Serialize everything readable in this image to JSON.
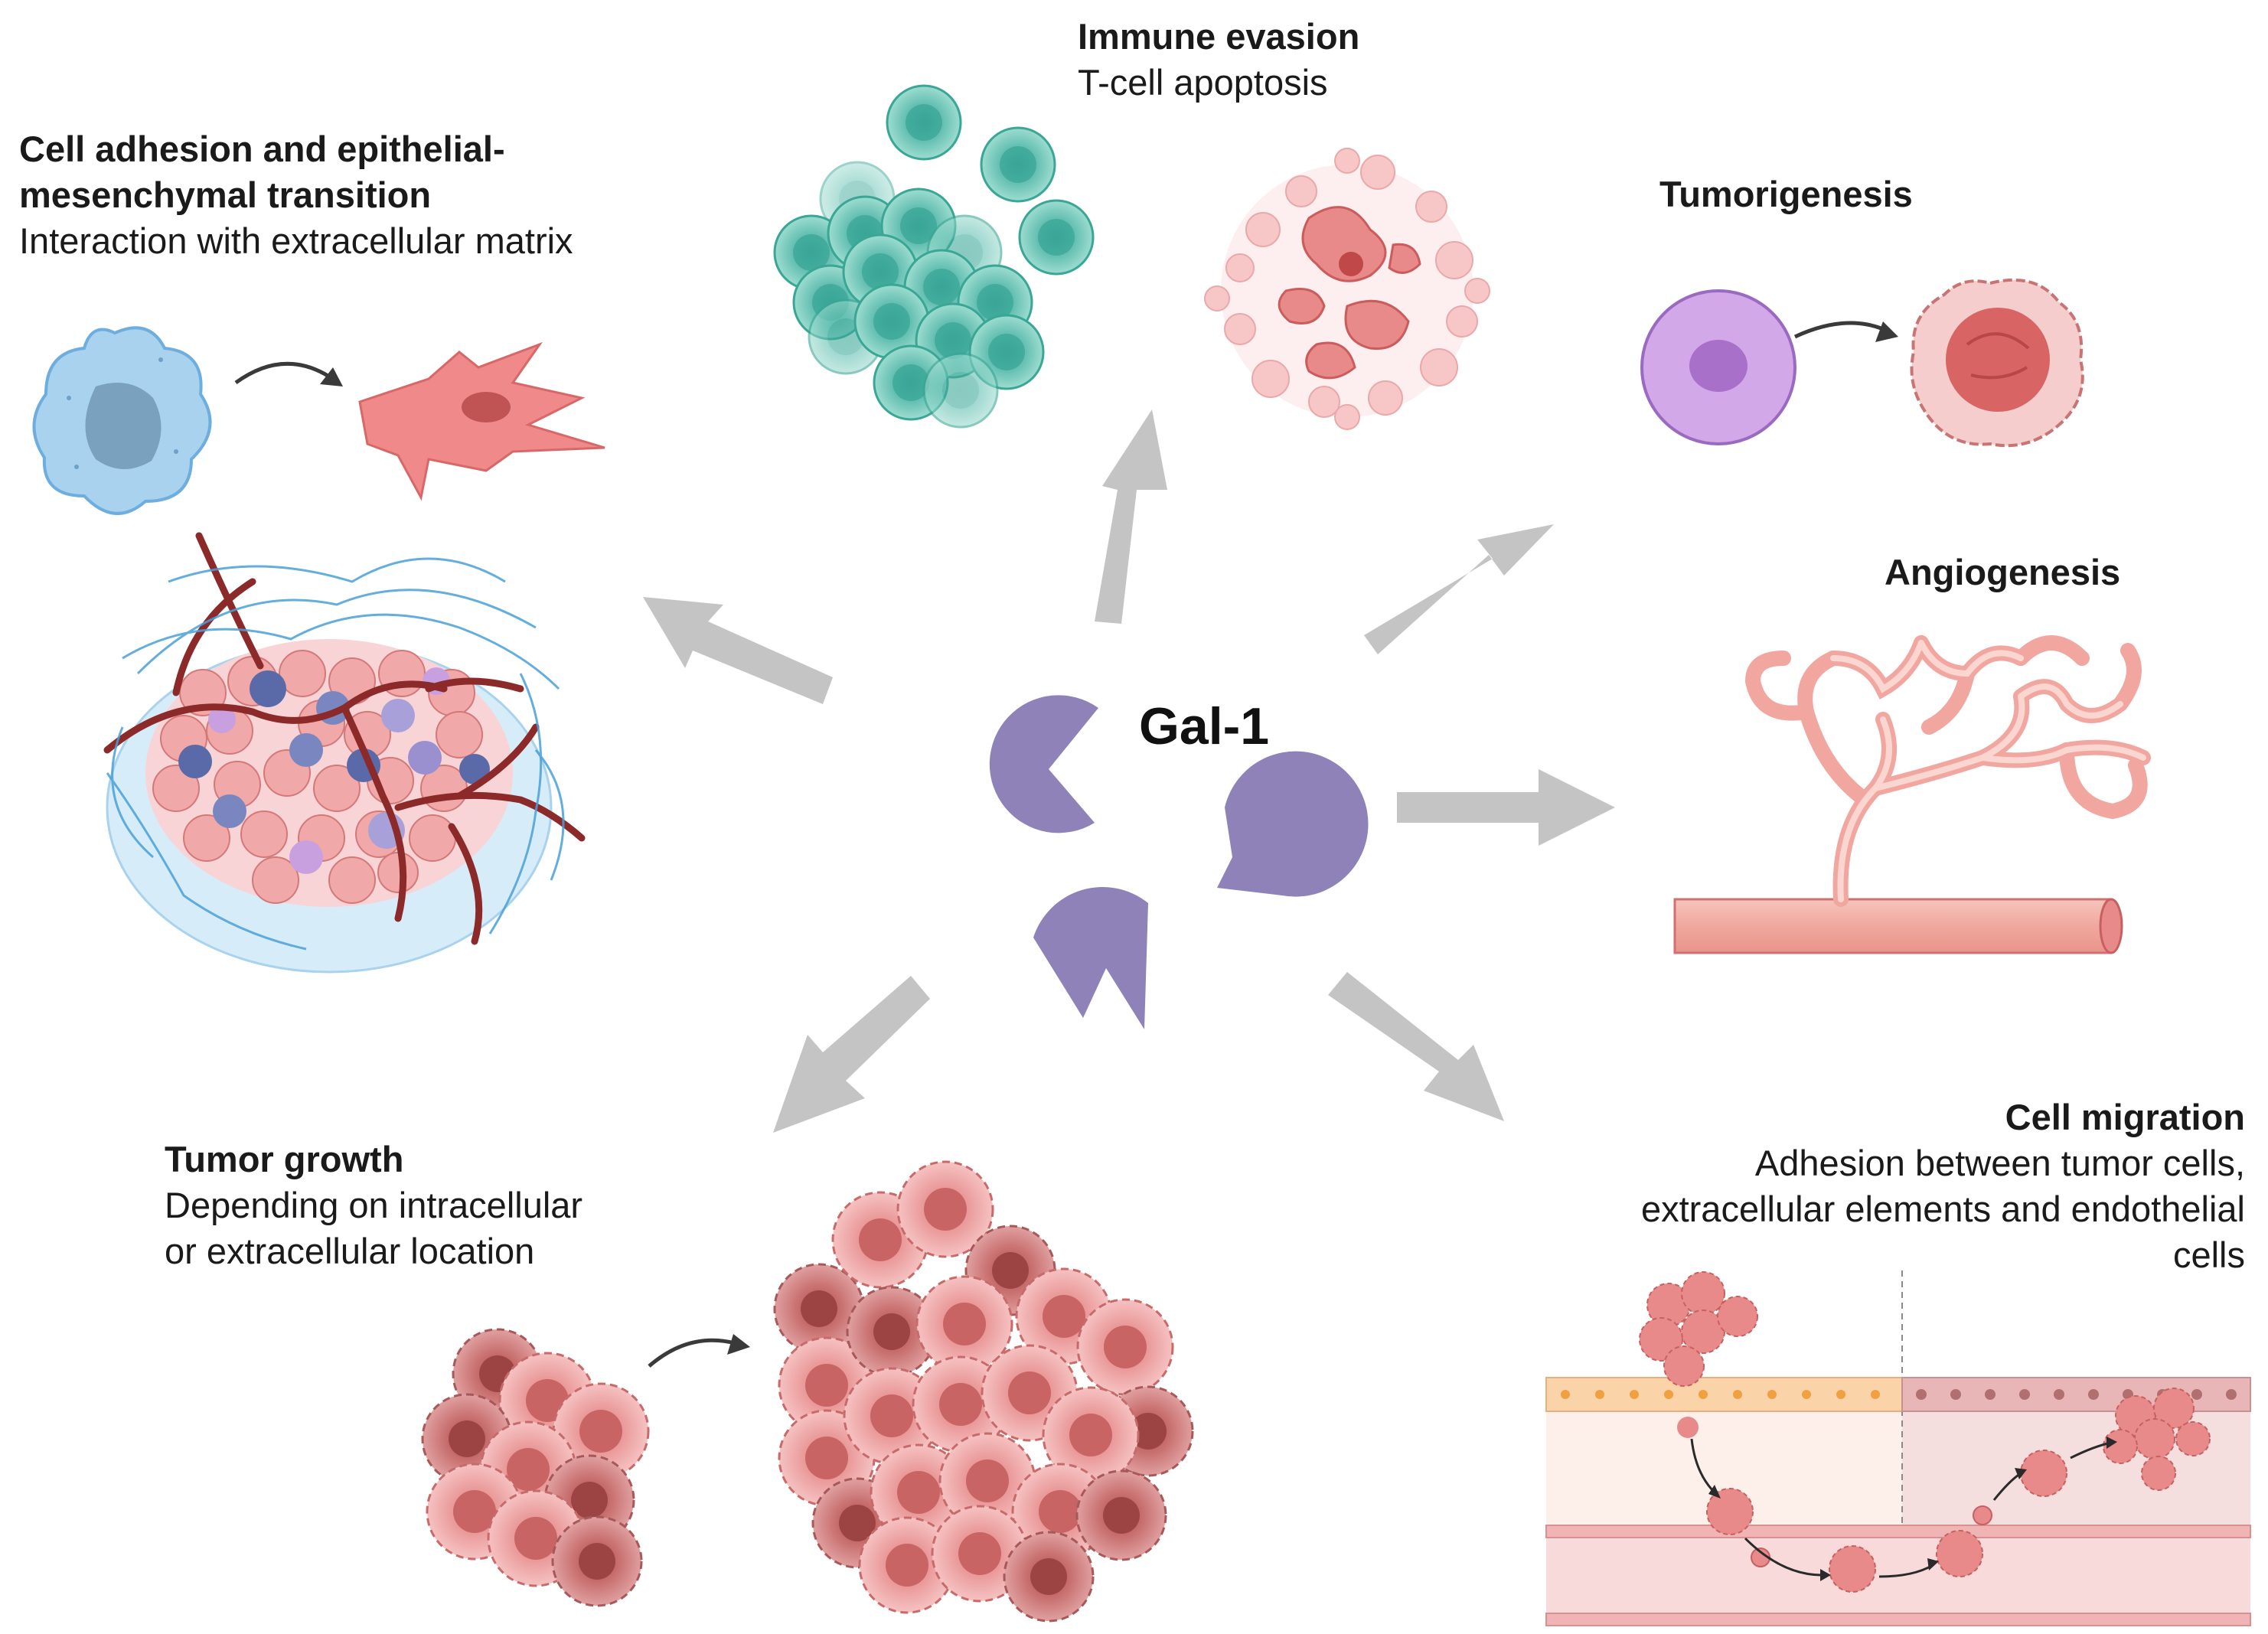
{
  "center": {
    "label": "Gal-1"
  },
  "panels": {
    "cell_adhesion": {
      "title_line1": "Cell adhesion and epithelial-",
      "title_line2": "mesenchymal transition",
      "subtitle": "Interaction with extracellular matrix"
    },
    "immune_evasion": {
      "title": "Immune evasion",
      "subtitle": "T-cell apoptosis"
    },
    "tumorigenesis": {
      "title": "Tumorigenesis"
    },
    "angiogenesis": {
      "title": "Angiogenesis"
    },
    "tumor_growth": {
      "title": "Tumor growth",
      "subtitle_line1": "Depending on intracellular",
      "subtitle_line2": "or extracellular location"
    },
    "cell_migration": {
      "title": "Cell migration",
      "subtitle_line1": "Adhesion between tumor cells,",
      "subtitle_line2": "extracellular elements and endothelial",
      "subtitle_line3": "cells"
    }
  },
  "colors": {
    "gal1_protein": "#8e82b8",
    "arrow_gray": "#c4c4c4",
    "tumor_pink": "#e88c8c",
    "teal_cells": "#6cc4b4",
    "blue_cell": "#9cc8e4",
    "purple_cell": "#c79ae0",
    "vessel": "#f0a8a0"
  }
}
